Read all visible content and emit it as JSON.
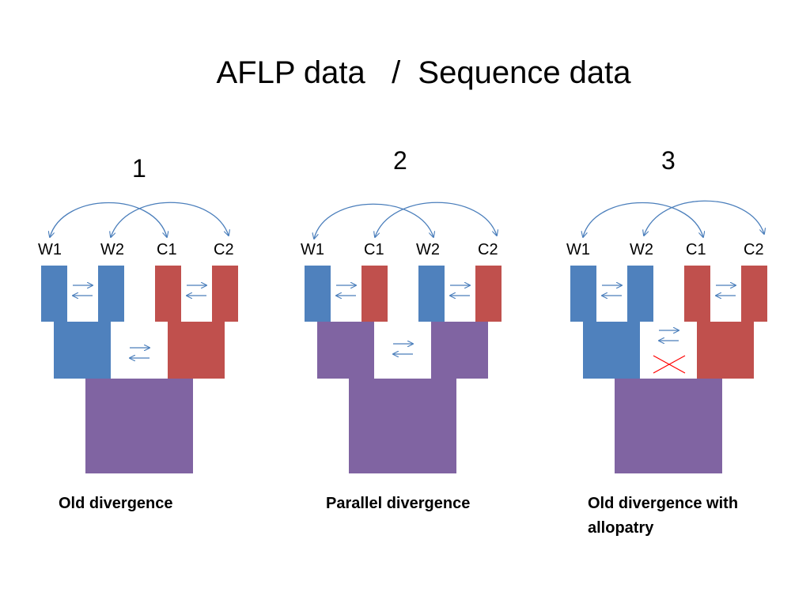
{
  "title": "AFLP data   /  Sequence data",
  "colors": {
    "wild": "#4f81bd",
    "cultivated": "#c0504d",
    "ancestral": "#8064a2",
    "arrow": "#4a7ebb",
    "cross": "#ff0000"
  },
  "panels": [
    {
      "number": "1",
      "labels": [
        "W1",
        "W2",
        "C1",
        "C2"
      ],
      "caption": "Old divergence",
      "caption_line2": ""
    },
    {
      "number": "2",
      "labels": [
        "W1",
        "C1",
        "W2",
        "C2"
      ],
      "caption": "Parallel divergence",
      "caption_line2": ""
    },
    {
      "number": "3",
      "labels": [
        "W1",
        "W2",
        "C1",
        "C2"
      ],
      "caption": "Old divergence with",
      "caption_line2": "allopatry"
    }
  ]
}
